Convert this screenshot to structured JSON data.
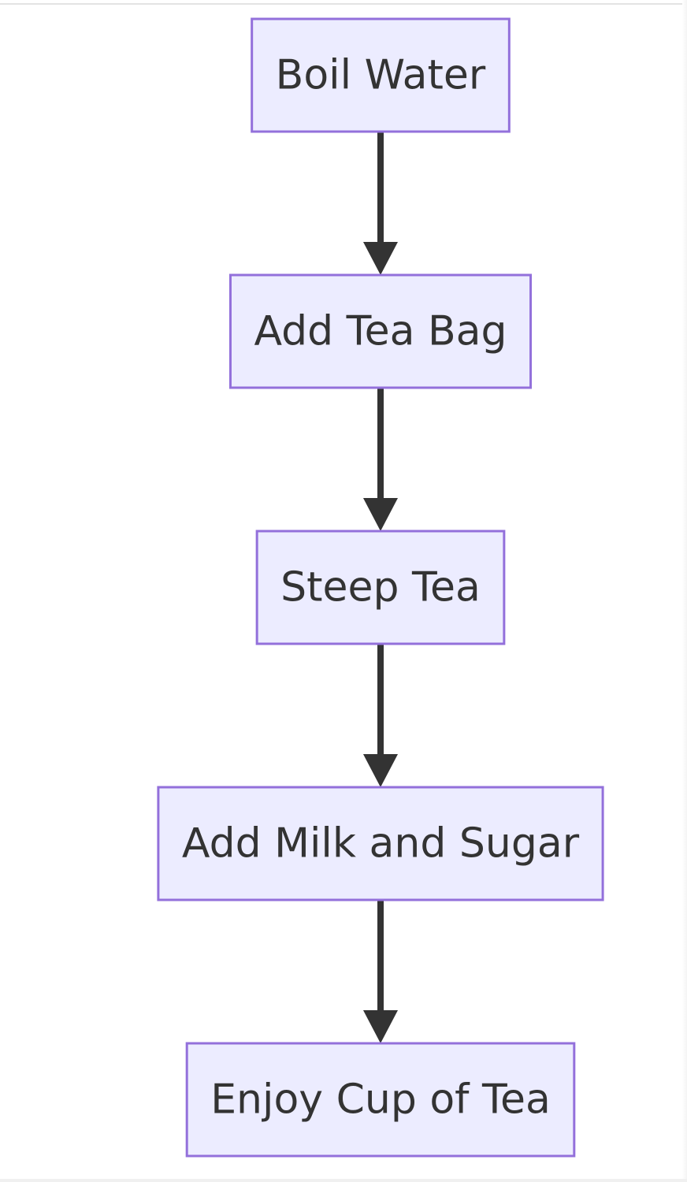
{
  "diagram": {
    "type": "flowchart",
    "direction": "top-down",
    "colors": {
      "node_fill": "#ececff",
      "node_border": "#9370db",
      "text": "#333333",
      "edge": "#333333"
    },
    "nodes": [
      {
        "id": "boil_water",
        "label": "Boil Water"
      },
      {
        "id": "add_tea_bag",
        "label": "Add Tea Bag"
      },
      {
        "id": "steep_tea",
        "label": "Steep Tea"
      },
      {
        "id": "add_milk_sugar",
        "label": "Add Milk and Sugar"
      },
      {
        "id": "enjoy_tea",
        "label": "Enjoy Cup of Tea"
      }
    ],
    "edges": [
      {
        "from": "boil_water",
        "to": "add_tea_bag"
      },
      {
        "from": "add_tea_bag",
        "to": "steep_tea"
      },
      {
        "from": "steep_tea",
        "to": "add_milk_sugar"
      },
      {
        "from": "add_milk_sugar",
        "to": "enjoy_tea"
      }
    ]
  }
}
